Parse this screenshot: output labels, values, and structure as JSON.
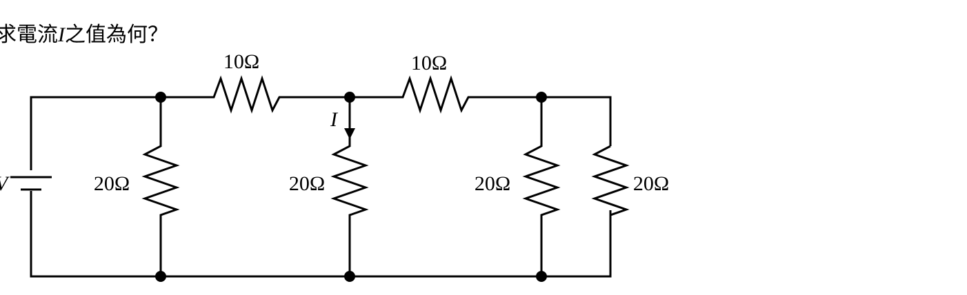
{
  "question": {
    "prefix": "求電流",
    "variable": "I",
    "suffix": "之值為何？"
  },
  "circuit": {
    "series_resistor_1": "10Ω",
    "series_resistor_2": "10Ω",
    "shunt_resistor_1": "20Ω",
    "shunt_resistor_2": "20Ω",
    "shunt_resistor_3": "20Ω",
    "shunt_resistor_4": "20Ω",
    "current_label": "I",
    "source_label": "V"
  }
}
